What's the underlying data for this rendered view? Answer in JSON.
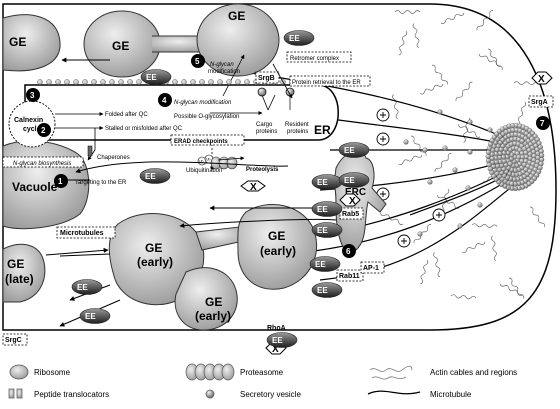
{
  "organelles": {
    "ge_top_left": "GE",
    "ge_top": "GE",
    "ge_top_right": "GE",
    "er": "ER",
    "erc": "ERC",
    "vacuole": "Vacuole",
    "ge_late_1": "GE",
    "ge_late_2": "(late)",
    "ge_early_a1": "GE",
    "ge_early_a2": "(early)",
    "ge_early_b1": "GE",
    "ge_early_b2": "(early)",
    "ge_early_c1": "GE",
    "ge_early_c2": "(early)"
  },
  "ee_label": "EE",
  "x_label": "X",
  "process_labels": {
    "n_glycan_mod_5a": "N-glycan",
    "n_glycan_mod_5b": "modification",
    "retromer": "Retromer complex",
    "srgb": "SrgB",
    "protein_retrieval": "Protein retrieval to the ER",
    "calnexin_1": "Calnexin",
    "calnexin_2": "cycle",
    "folded": "Folded after QC",
    "stalled": "Stalled or misfolded after QC",
    "n_glycan_mod_4": "N-glycan modification",
    "o_glyco": "Possible O-glycosylation",
    "cargo_1": "Cargo",
    "cargo_2": "proteins",
    "resident_1": "Resident",
    "resident_2": "proteins",
    "chaperones": "Chaperones",
    "erad": "ERAD checkpoints",
    "n_glycan_bio": "N-glycan biosynthesis",
    "ubiquitination": "Ubiquitination",
    "proteolysis": "Proteolysis",
    "targeting": "Targeting to the ER",
    "rab5": "Rab5",
    "rab11": "Rab11",
    "ap1": "AP-1",
    "microtubules": "Microtubules",
    "rhoa": "RhoA",
    "srga": "SrgA",
    "srgc": "SrgC",
    "ub_a": "Ub",
    "ub_b": "Ub"
  },
  "step_numbers": [
    "1",
    "2",
    "3",
    "4",
    "5",
    "6",
    "7"
  ],
  "legend": {
    "ribosome": "Ribosome",
    "proteasome": "Proteasome",
    "actin": "Actin cables and regions",
    "translocators": "Peptide translocators",
    "vesicle": "Secretory vesicle",
    "microtubule": "Microtubule"
  }
}
